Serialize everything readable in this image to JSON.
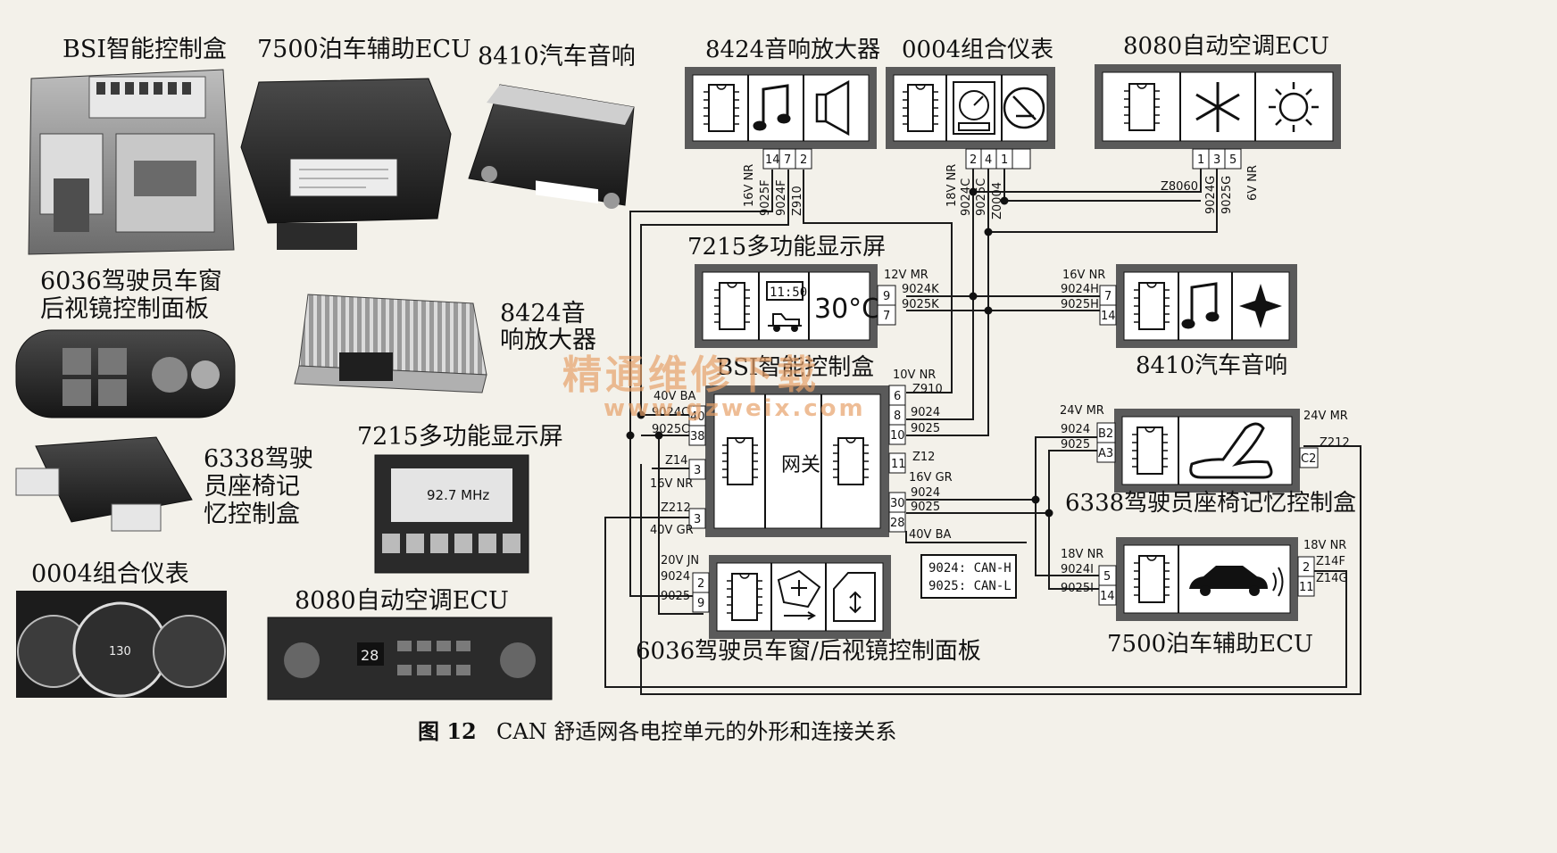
{
  "caption": {
    "fig": "图 12",
    "text": "CAN 舒适网各电控单元的外形和连接关系"
  },
  "watermark": {
    "cn": "精通维修下载",
    "url": "www.gzweix.com"
  },
  "photos": {
    "bsi": "BSI智能控制盒",
    "park": "7500泊车辅助ECU",
    "audio": "8410汽车音响",
    "window_l1": "6036驾驶员车窗",
    "window_l2": "后视镜控制面板",
    "amp_l1": "8424音",
    "amp_l2": "响放大器",
    "seat_l1": "6338驾驶",
    "seat_l2": "员座椅记",
    "seat_l3": "忆控制盒",
    "display": "7215多功能显示屏",
    "display_freq": "92.7 MHz",
    "cluster": "0004组合仪表",
    "cluster_speed": "130",
    "ac": "8080自动空调ECU",
    "ac_temp": "28"
  },
  "modules": {
    "amp": {
      "title": "8424音响放大器",
      "pins": [
        "14",
        "7",
        "2"
      ],
      "wires": [
        "16V NR",
        "9025F",
        "9024F",
        "Z910"
      ]
    },
    "cluster": {
      "title": "0004组合仪表",
      "pins": [
        "2",
        "4",
        "1"
      ],
      "wires": [
        "18V NR",
        "9024C",
        "9025C",
        "Z0004"
      ]
    },
    "ac": {
      "title": "8080自动空调ECU",
      "pins": [
        "1",
        "3",
        "5"
      ],
      "wires": [
        "Z8060",
        "9024G",
        "9025G",
        "6V NR"
      ]
    },
    "display": {
      "title": "7215多功能显示屏",
      "clock": "11:50",
      "temp": "30°C",
      "pins": [
        "9",
        "7"
      ],
      "wires": [
        "12V MR",
        "9024K",
        "9025K"
      ]
    },
    "audio": {
      "title": "8410汽车音响",
      "pins": [
        "7",
        "14"
      ],
      "wires": [
        "16V NR",
        "9024H",
        "9025H"
      ]
    },
    "bsi": {
      "title": "BSI智能控制盒",
      "gateway": "网关",
      "left_pins": [
        "40",
        "38",
        "3",
        "3"
      ],
      "left_wires": [
        "40V BA",
        "9024C",
        "9025C",
        "Z14",
        "16V NR",
        "Z212",
        "40V GR"
      ],
      "right_pins": [
        "6",
        "8",
        "10",
        "11",
        "30",
        "28"
      ],
      "right_wires": [
        "10V NR",
        "Z910",
        "9024",
        "9025",
        "Z12",
        "16V GR",
        "9024",
        "9025",
        "40V BA"
      ]
    },
    "seat": {
      "title": "6338驾驶员座椅记忆控制盒",
      "pins": [
        "B2",
        "A3",
        "C2"
      ],
      "wires": [
        "24V MR",
        "9024",
        "9025",
        "24V MR",
        "Z212"
      ]
    },
    "window": {
      "title": "6036驾驶员车窗/后视镜控制面板",
      "pins": [
        "2",
        "9"
      ],
      "wires": [
        "20V JN",
        "9024",
        "9025"
      ]
    },
    "park": {
      "title": "7500泊车辅助ECU",
      "pins": [
        "5",
        "14",
        "2",
        "11"
      ],
      "wires": [
        "18V NR",
        "9024I",
        "9025I",
        "18V NR",
        "Z14F",
        "Z14G"
      ]
    }
  },
  "legend": {
    "l1": "9024: CAN-H",
    "l2": "9025: CAN-L"
  },
  "colors": {
    "paper": "#f3f1ea",
    "ink": "#1a1a1a",
    "panel": "#5a5a5a",
    "watermark": "#e7a26a"
  }
}
